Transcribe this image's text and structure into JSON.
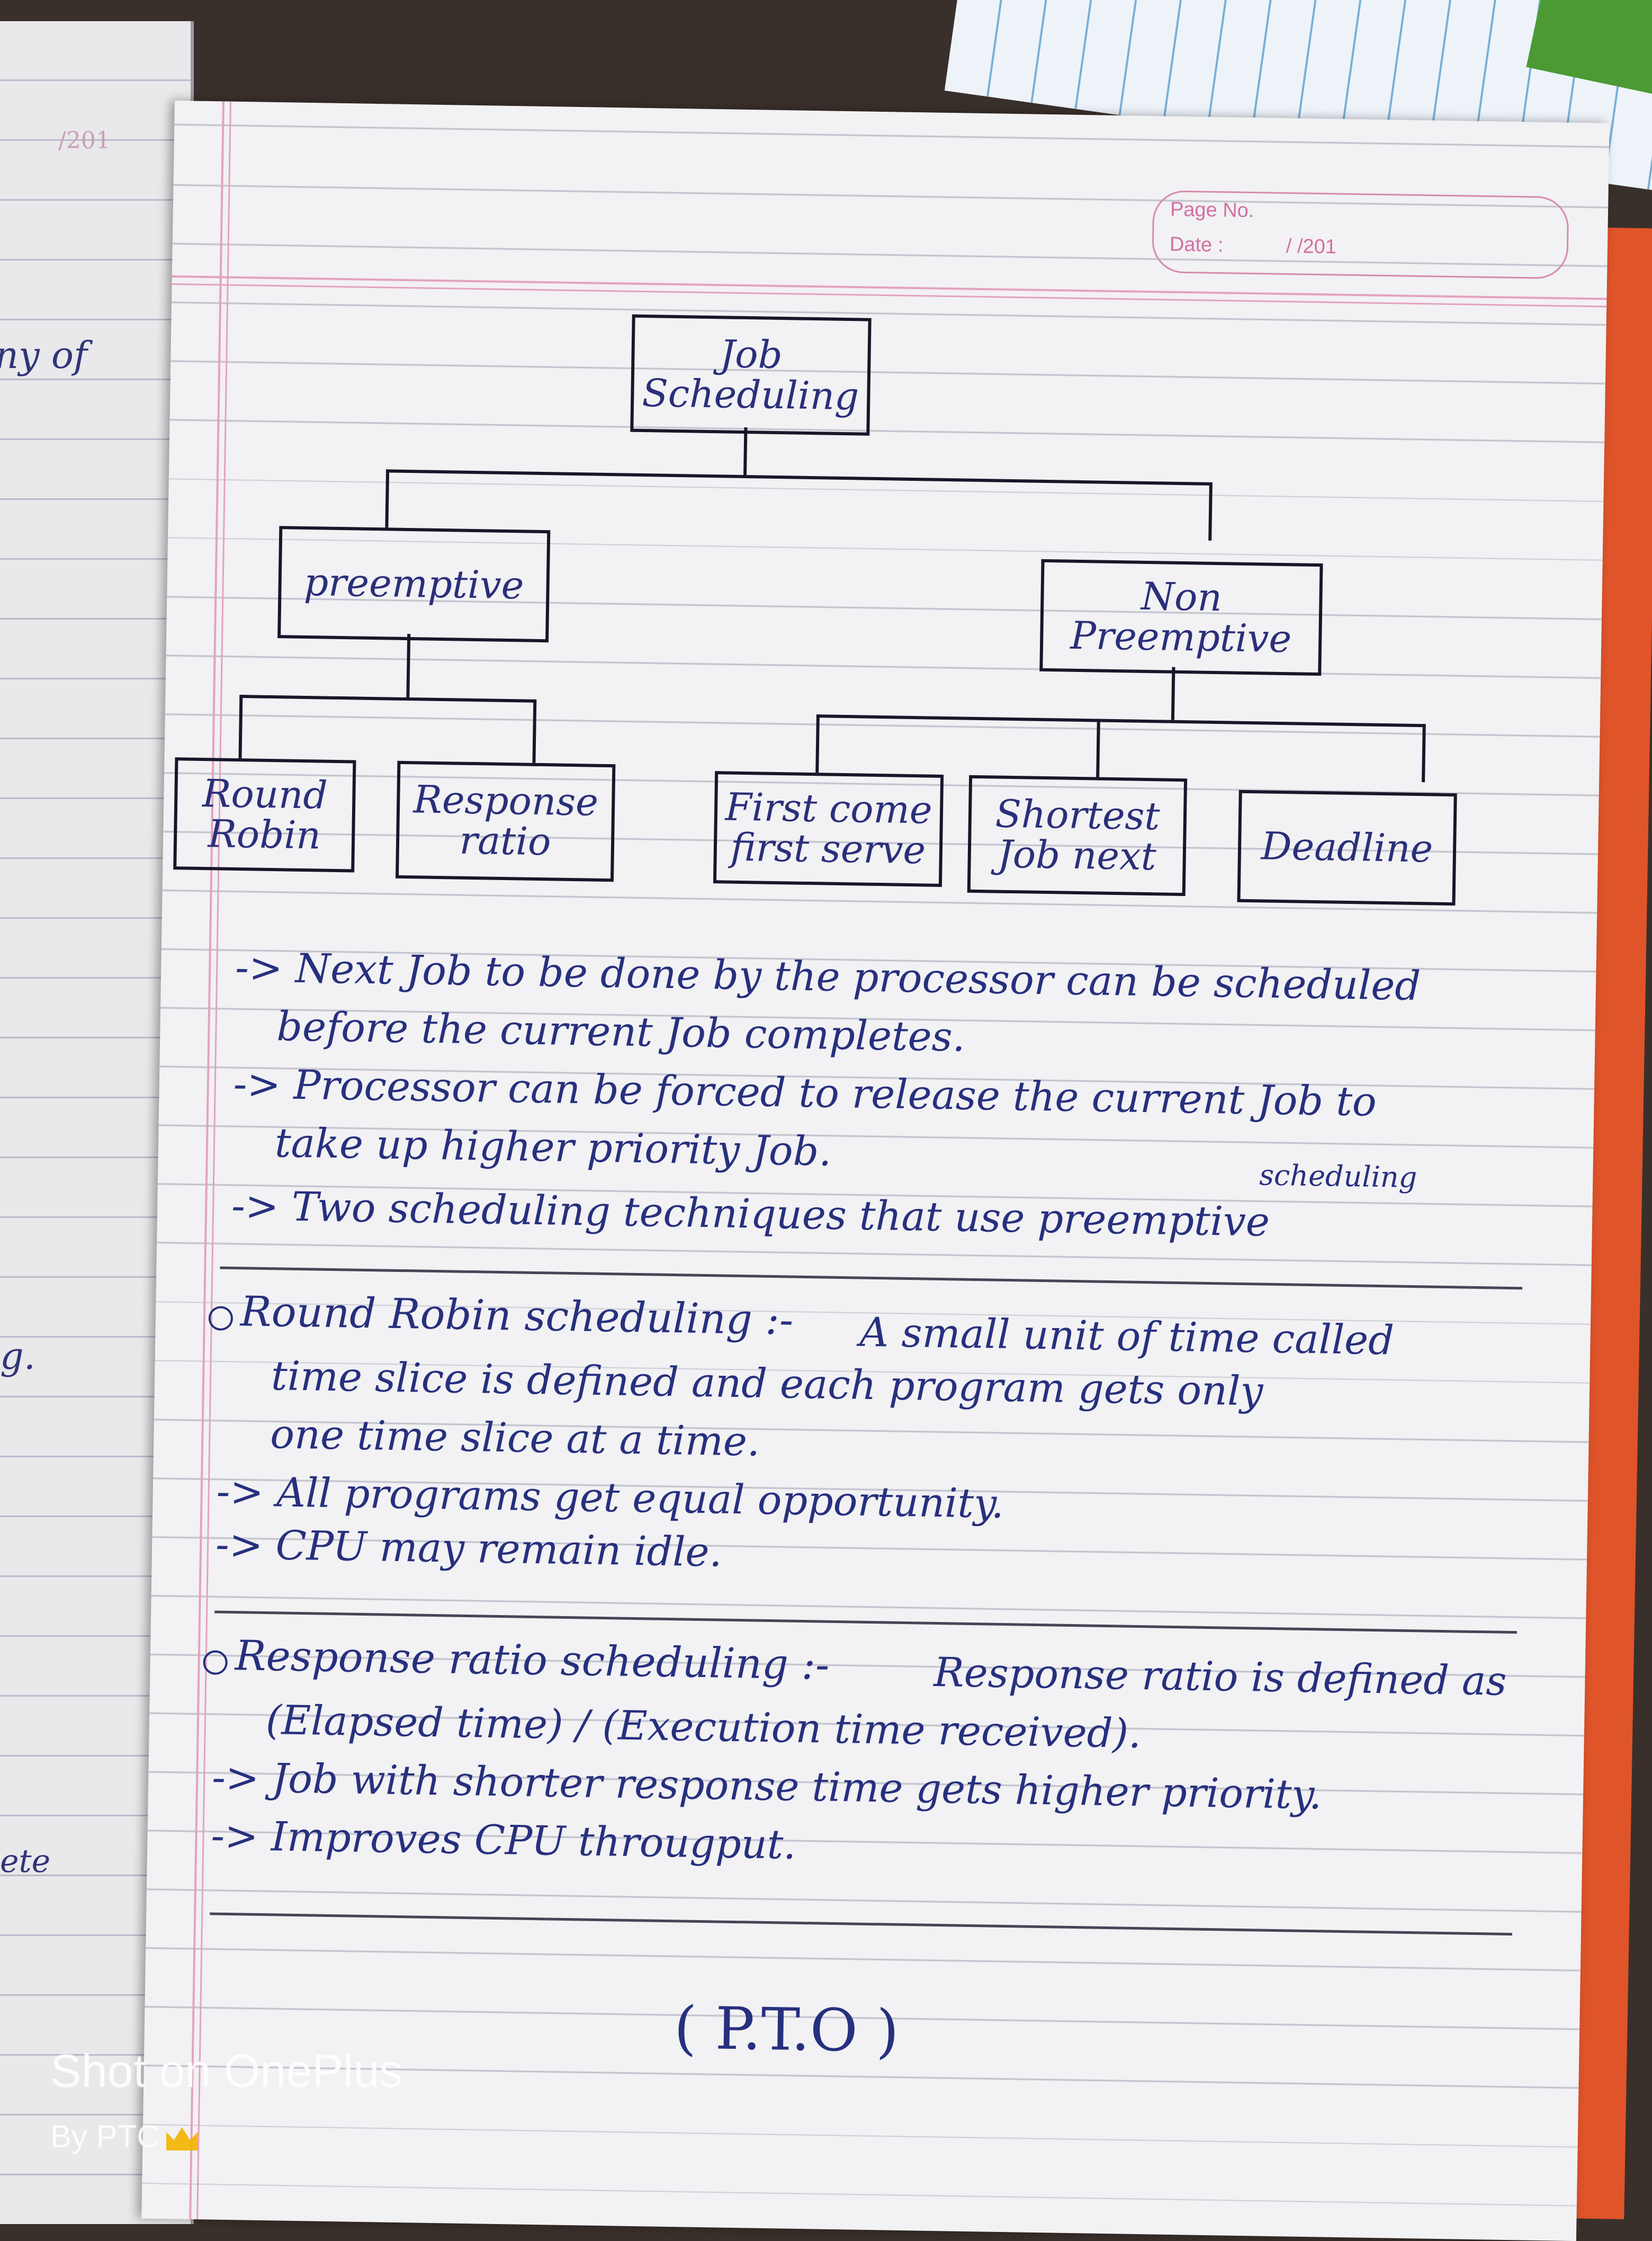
{
  "left_page": {
    "frag_year": "/201",
    "frag_1": "ny of",
    "frag_2": "g.",
    "frag_3": "ete"
  },
  "header": {
    "page_no_label": "Page No.",
    "date_label": "Date :",
    "date_value": "/ /201"
  },
  "diagram": {
    "root": [
      "Job",
      "Scheduling"
    ],
    "left": [
      "preemptive"
    ],
    "right": [
      "Non",
      "Preemptive"
    ],
    "leaves": [
      [
        "Round",
        "Robin"
      ],
      [
        "Response",
        "ratio"
      ],
      [
        "First come",
        "first serve"
      ],
      [
        "Shortest",
        "Job next"
      ],
      [
        "Deadline"
      ]
    ]
  },
  "intro_points": [
    "-> Next Job to be done by the processor can be scheduled",
    "before the current Job completes.",
    "-> Processor can be forced to release the current Job to",
    "take up higher priority Job.",
    "-> Two scheduling techniques that use preemptive",
    "scheduling"
  ],
  "section1": {
    "heading": "Round Robin scheduling :-",
    "line1": "A small unit of time called",
    "line2": "time slice is defined and each program gets only",
    "line3": "one time slice at a time.",
    "points": [
      "-> All programs get equal opportunity.",
      "-> CPU may remain idle."
    ]
  },
  "section2": {
    "heading": "Response ratio scheduling :-",
    "line1": "Response ratio is defined as",
    "line2": "(Elapsed time) / (Execution time received).",
    "points": [
      "-> Job with shorter response time gets higher priority.",
      "-> Improves CPU througput."
    ]
  },
  "pto": "( P.T.O )",
  "watermark": {
    "line1": "Shot on OnePlus",
    "line2": "By PTC"
  }
}
